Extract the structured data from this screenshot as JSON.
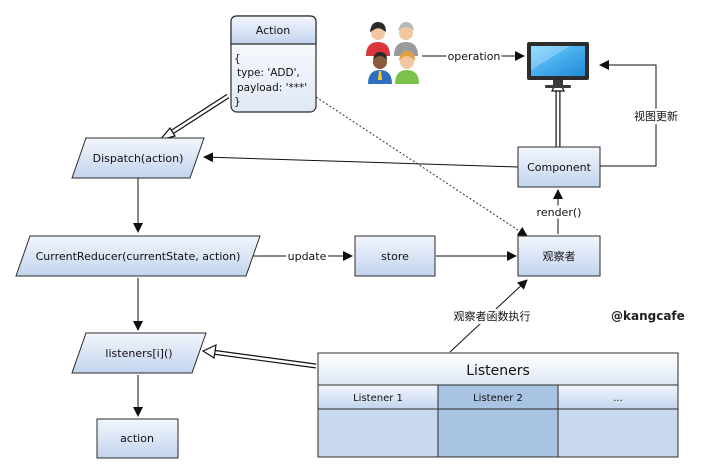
{
  "action_card": {
    "title": "Action",
    "lines": [
      "{",
      "type: 'ADD',",
      "payload: '***'",
      "}"
    ]
  },
  "nodes": {
    "dispatch": "Dispatch(action)",
    "reducer": "CurrentReducer(currentState, action)",
    "store": "store",
    "observer": "观察者",
    "component": "Component",
    "listeners_call": "listeners[i]()",
    "action": "action"
  },
  "edge_labels": {
    "operation": "operation",
    "view_update": "视图更新",
    "render": "render()",
    "update": "update",
    "observer_exec": "观察者函数执行"
  },
  "listeners_table": {
    "title": "Listeners",
    "columns": [
      "Listener 1",
      "Listener 2",
      "..."
    ]
  },
  "brand": "@kangcafe",
  "icons": {
    "users": "users-group-icon",
    "monitor": "monitor-icon"
  },
  "colors": {
    "box_fill_top": "#eef3fa",
    "box_fill_bottom": "#c6d6ee",
    "box_stroke": "#2b2b2b",
    "highlight_cell": "#a9c4e2",
    "cell_fill": "#c7d8ef"
  }
}
